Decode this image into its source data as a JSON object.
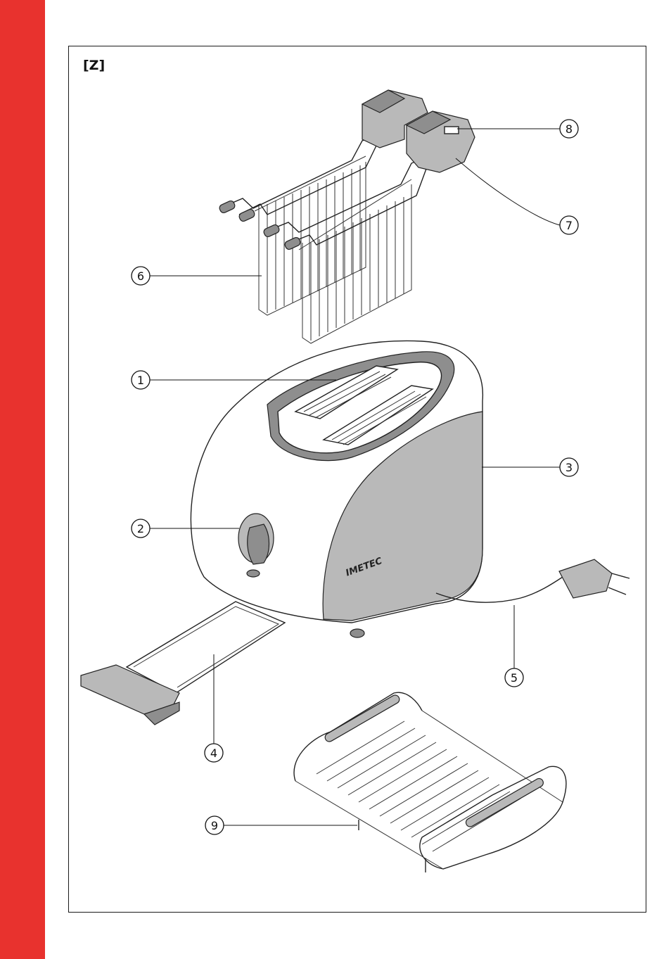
{
  "figure": {
    "tag": "[Z]",
    "brand_text": "IMETEC",
    "colors": {
      "side_band": "#e8322e",
      "frame_border": "#1a1a1a",
      "shading": "#b9b9b9"
    },
    "callouts": [
      {
        "id": "1",
        "label": "①",
        "part": "bread-slot"
      },
      {
        "id": "2",
        "label": "②",
        "part": "browning-knob"
      },
      {
        "id": "3",
        "label": "③",
        "part": "toaster-body"
      },
      {
        "id": "4",
        "label": "④",
        "part": "crumb-tray"
      },
      {
        "id": "5",
        "label": "⑤",
        "part": "power-cord"
      },
      {
        "id": "6",
        "label": "⑥",
        "part": "toasting-tongs"
      },
      {
        "id": "7",
        "label": "⑦",
        "part": "tong-handle"
      },
      {
        "id": "8",
        "label": "⑧",
        "part": "tong-clip"
      },
      {
        "id": "9",
        "label": "⑨",
        "part": "bun-warmer-rack"
      }
    ]
  }
}
